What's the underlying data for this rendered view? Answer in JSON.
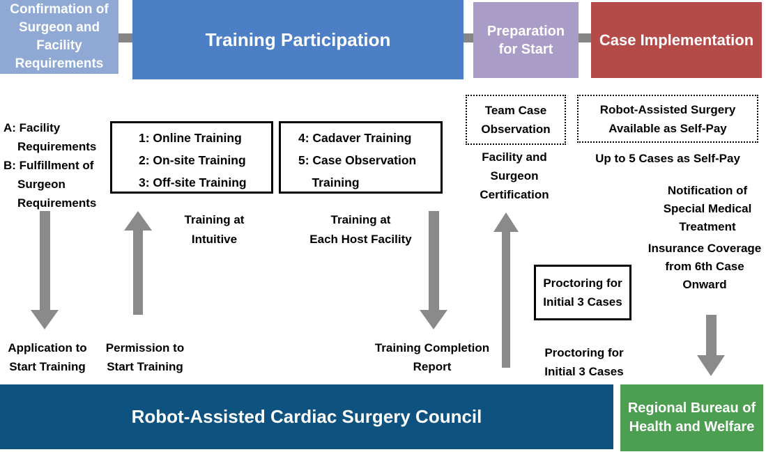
{
  "stages": {
    "confirmation": {
      "label": "Confirmation of\nSurgeon and\nFacility\nRequirements",
      "color": "#8FA9D4"
    },
    "training": {
      "label": "Training Participation",
      "color": "#4D7FC6"
    },
    "preparation": {
      "label": "Preparation\nfor Start",
      "color": "#A99CC7"
    },
    "implementation": {
      "label": "Case Implementation",
      "color": "#B54B49"
    }
  },
  "requirements": {
    "item_a": "A: Facility Requirements",
    "item_b": "B: Fulfillment of Surgeon Requirements"
  },
  "boxes": {
    "training_steps_1_3": "1: Online Training\n2: On-site Training\n3: Off-site Training",
    "training_steps_4_5": "4: Cadaver Training\n5: Case Observation\n    Training",
    "team_case_observation": "Team Case\nObservation",
    "self_pay": "Robot-Assisted Surgery\nAvailable as Self-Pay",
    "proctoring": "Proctoring for\nInitial 3 Cases"
  },
  "labels": {
    "training_at_intuitive": "Training at\nIntuitive",
    "training_at_host": "Training at\nEach Host Facility",
    "facility_surgeon_certification": "Facility and\nSurgeon Certification",
    "up_to_5_cases": "Up to 5 Cases as Self-Pay",
    "notification": "Notification of\nSpecial Medical\nTreatment",
    "insurance": "Insurance Coverage\nfrom 6th Case\nOnward",
    "application_to_start": "Application to\nStart Training",
    "permission_to_start": "Permission to\nStart Training",
    "training_completion_report": "Training Completion\nReport",
    "proctoring_initial_cases": "Proctoring for\nInitial 3 Cases"
  },
  "footer": {
    "council": "Robot-Assisted Cardiac Surgery Council",
    "bureau": "Regional Bureau of\nHealth and Welfare"
  },
  "colors": {
    "stage_confirmation": "#8FA9D4",
    "stage_training": "#4D7FC6",
    "stage_preparation": "#A99CC7",
    "stage_implementation": "#B54B49",
    "council_bar": "#0E5280",
    "bureau_box": "#4C9E50",
    "arrow_gray": "#8A8A8A",
    "text_black": "#000000"
  }
}
